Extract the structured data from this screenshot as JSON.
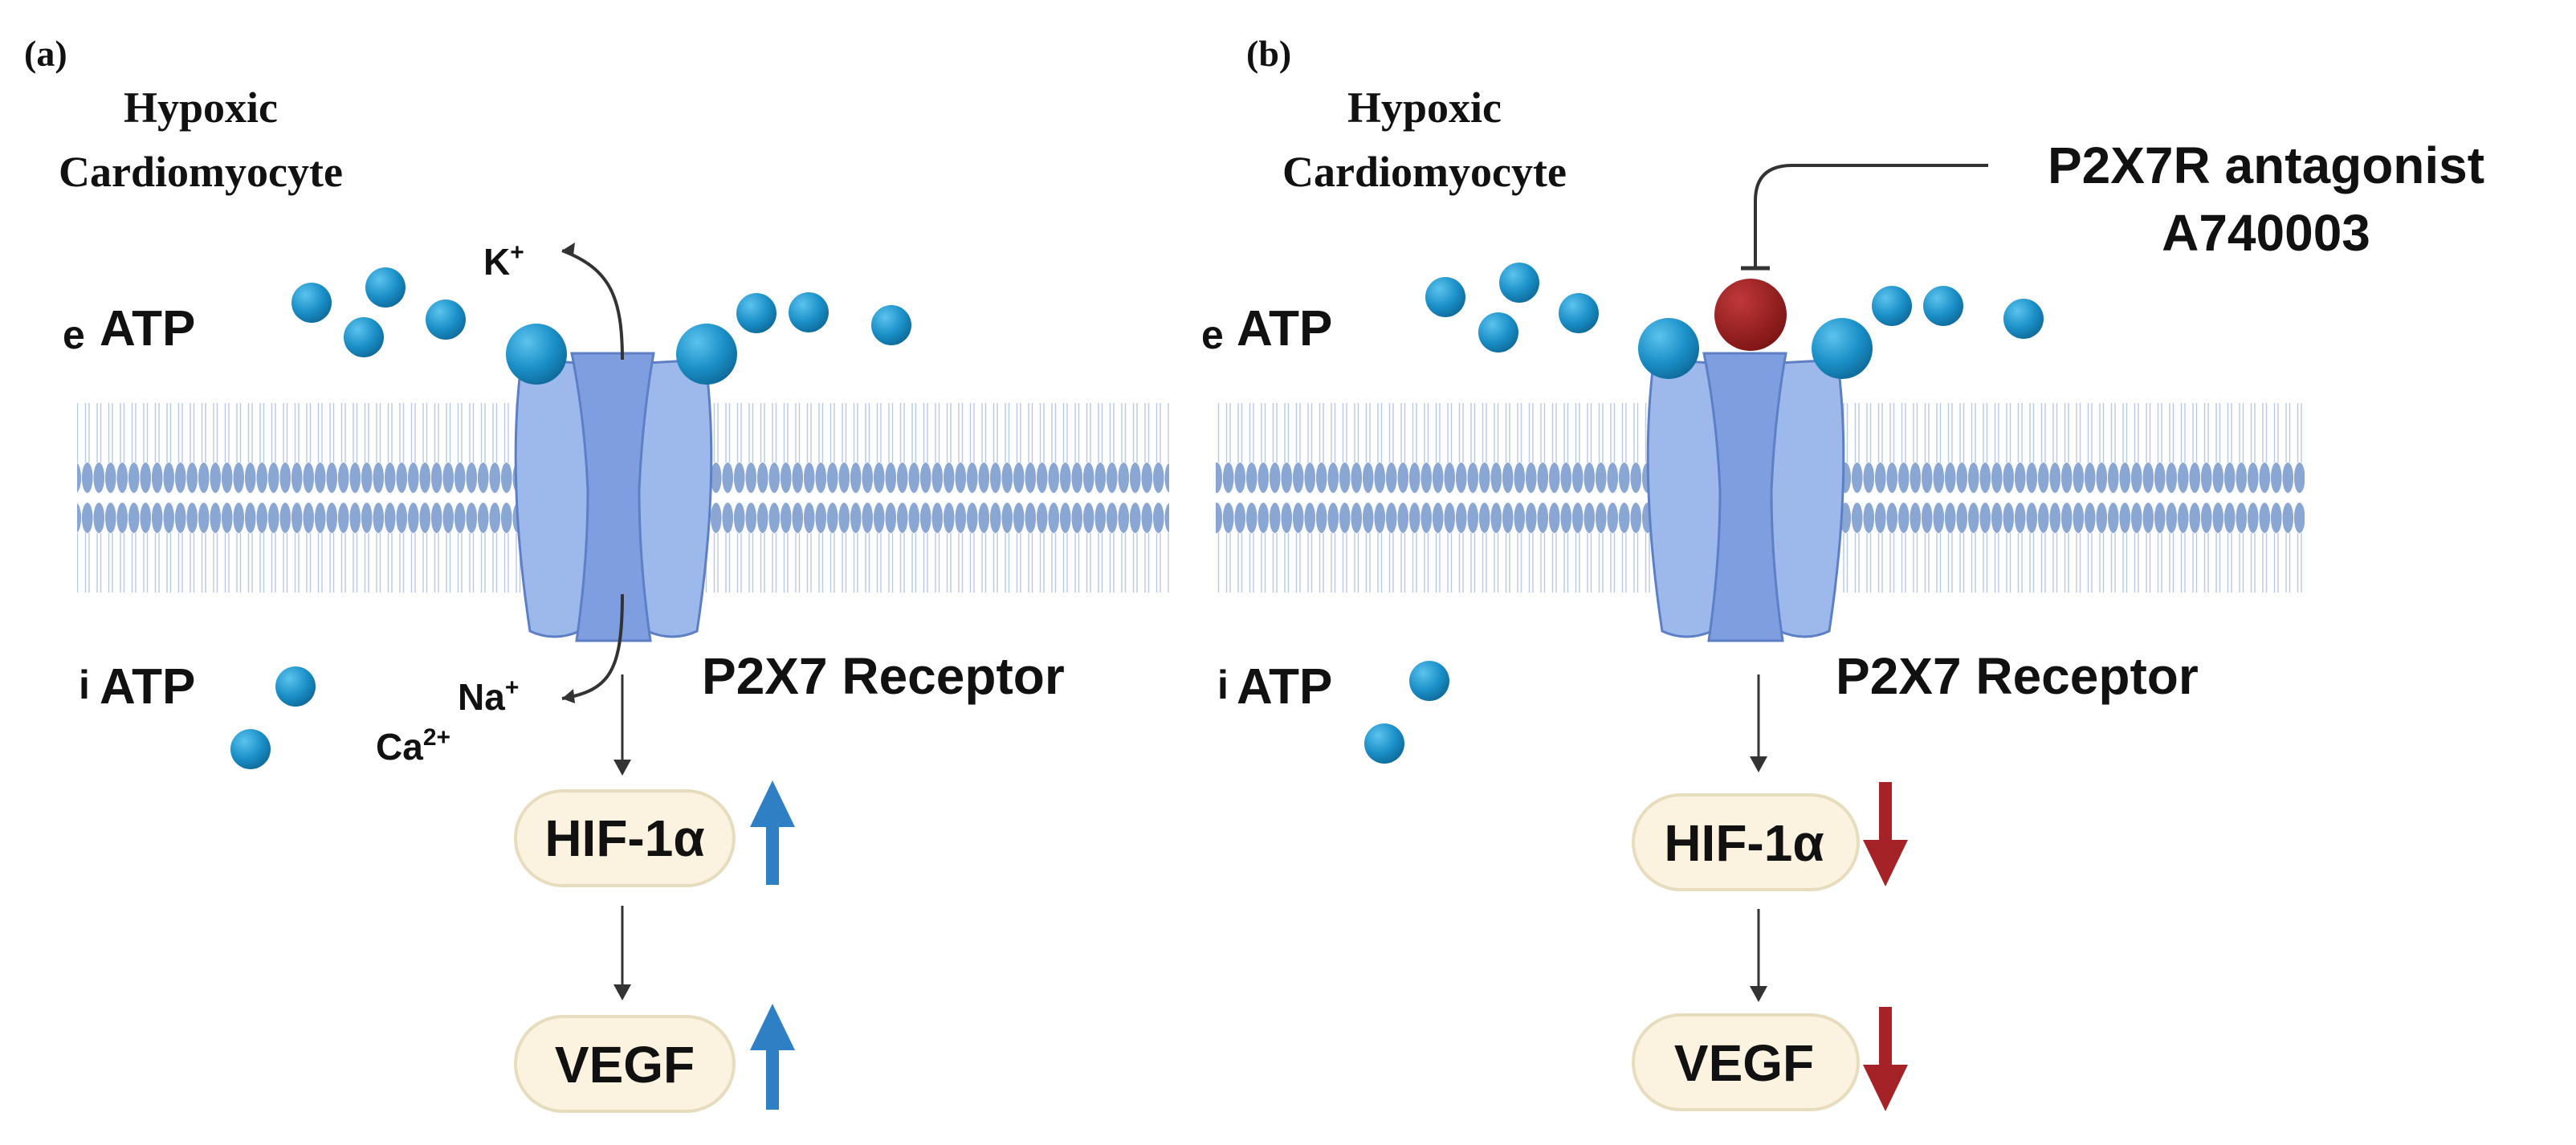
{
  "panels": [
    {
      "label": "(a)",
      "title_line1": "Hypoxic",
      "title_line2": "Cardiomyocyte",
      "eatp_prefix": "e",
      "atp": "ATP",
      "iatp_prefix": "i",
      "receptor": "P2X7 Receptor",
      "k_ion": "K",
      "k_charge": "+",
      "na_ion": "Na",
      "na_charge": "+",
      "ca_ion": "Ca",
      "ca_charge": "2+",
      "hif": "HIF-1α",
      "vegf": "VEGF",
      "direction": "up"
    },
    {
      "label": "(b)",
      "title_line1": "Hypoxic",
      "title_line2": "Cardiomyocyte",
      "eatp_prefix": "e",
      "atp": "ATP",
      "iatp_prefix": "i",
      "receptor": "P2X7 Receptor",
      "antagonist_line1": "P2X7R  antagonist",
      "antagonist_line2": "A740003",
      "hif": "HIF-1α",
      "vegf": "VEGF",
      "direction": "down"
    }
  ],
  "colors": {
    "atp": "#1a8fc7",
    "membrane": "#8ea9d6",
    "receptor": "#9db9ec",
    "receptor_core": "#7f9ee0",
    "antagonist": "#9b1f1f",
    "up_arrow": "#2f7fc4",
    "down_arrow": "#a52226",
    "pill": "#fbf3df"
  }
}
